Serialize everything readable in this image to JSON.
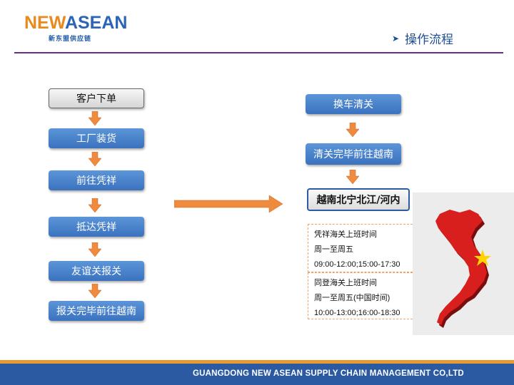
{
  "header": {
    "logo_part1": "NEW",
    "logo_part2": "ASEAN",
    "logo_sub": "新东盟供应链",
    "title": "操作流程"
  },
  "left_flow": [
    "客户下单",
    "工厂装货",
    "前往凭祥",
    "抵达凭祥",
    "友谊关报关",
    "报关完毕前往越南"
  ],
  "right_flow": [
    "换车清关",
    "清关完毕前往越南",
    "越南北宁北江/河内"
  ],
  "info_box_1": [
    "凭祥海关上班时间",
    "周一至周五",
    "09:00-12:00;15:00-17:30"
  ],
  "info_box_2": [
    "同登海关上班时间",
    "周一至周五(中国时间)",
    "10:00-13:00;16:00-18:30"
  ],
  "footer": {
    "text": "GUANGDONG  NEW  ASEAN SUPPLY CHAIN MANAGEMENT CO,LTD"
  },
  "colors": {
    "box_blue": "#3b72bf",
    "arrow_orange": "#f08a3c",
    "header_rule": "#6a2c91",
    "footer_blue": "#2b5aa3",
    "map_red": "#d91e1e"
  },
  "icons": {
    "title_bullet": "triangle-right-icon",
    "map": "vietnam-map-icon"
  }
}
